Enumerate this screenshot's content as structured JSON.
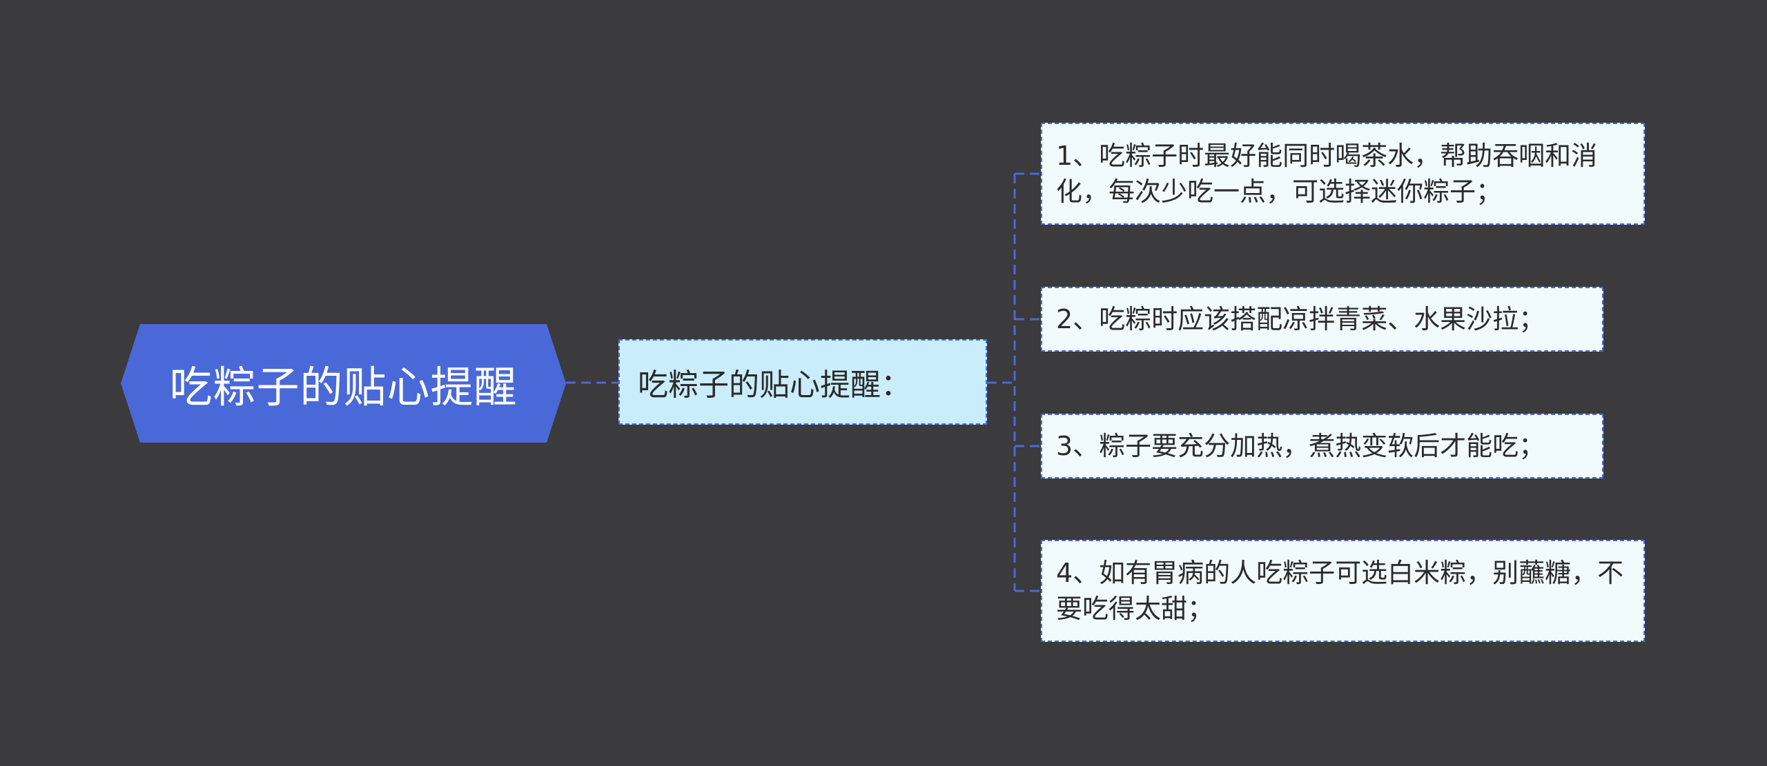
{
  "colors": {
    "background": "#3b3a3c",
    "root_fill": "#4a69d8",
    "sub_fill": "#c9edfb",
    "leaf_fill": "#f1fbfd",
    "connector": "#4a69d8"
  },
  "mindmap": {
    "root": {
      "label": "吃粽子的贴心提醒"
    },
    "subtopic": {
      "label": "吃粽子的贴心提醒："
    },
    "items": [
      {
        "label": "1、吃粽子时最好能同时喝茶水，帮助吞咽和消化，每次少吃一点，可选择迷你粽子；"
      },
      {
        "label": "2、吃粽时应该搭配凉拌青菜、水果沙拉；"
      },
      {
        "label": "3、粽子要充分加热，煮热变软后才能吃；"
      },
      {
        "label": "4、如有胃病的人吃粽子可选白米粽，别蘸糖，不要吃得太甜；"
      }
    ]
  }
}
